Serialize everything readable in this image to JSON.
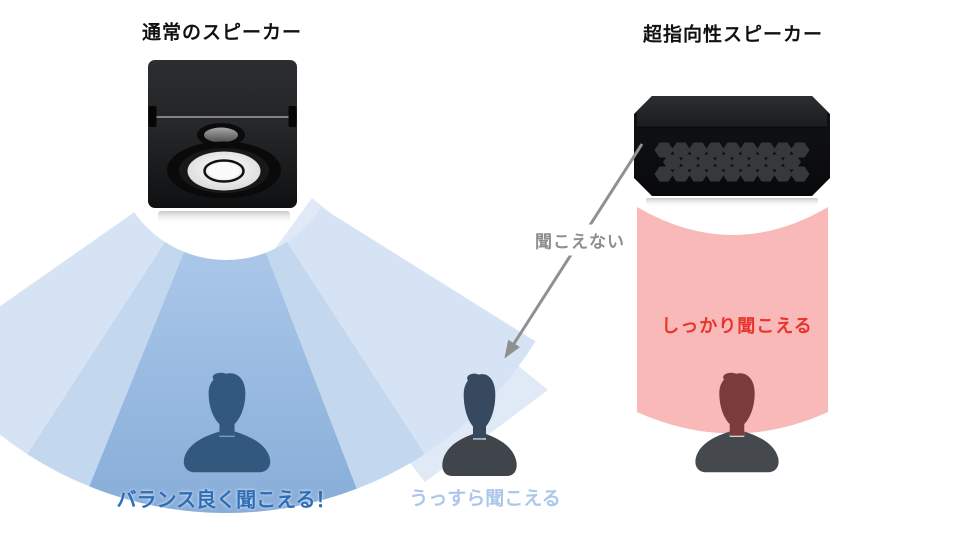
{
  "diagram": {
    "left": {
      "title": "通常のスピーカー",
      "zone_center_label": "バランス良く聞こえる！",
      "zone_edge_label": "うっすら聞こえる"
    },
    "right": {
      "title": "超指向性スピーカー",
      "beam_label": "しっかり聞こえる",
      "outside_label": "聞こえない"
    }
  },
  "icons": {
    "normal_speaker": "box-speaker-with-woofer",
    "directional_speaker": "honeycomb-array-speaker",
    "listener": "person-bust-silhouette",
    "pointer": "gray-arrow-down-left"
  },
  "colors": {
    "fan_pale": "#d6e3f4",
    "fan_mid": "#c3d8ef",
    "fan_center_top": "#aac7e9",
    "fan_center_bottom": "#87add8",
    "fan_extension": "#e0eaf7",
    "beam_pink": "#f9b9b9",
    "label_balance_blue": "#2e6db8",
    "label_faint_blue": "#abc8eb",
    "label_clear_red": "#e8352c",
    "label_unheard_gray": "#8e8e8e",
    "arrow_gray": "#909090",
    "person_blue": "#33587d",
    "person_edge_head": "#37495e",
    "person_edge_body": "#40454b",
    "person_beam_head": "#7b3b3b",
    "person_beam_body": "#45484c",
    "speaker_black": "#141518"
  }
}
